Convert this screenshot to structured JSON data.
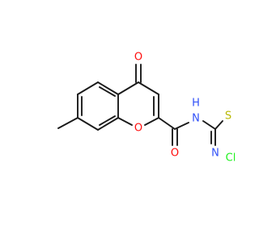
{
  "molecule": {
    "atoms": {
      "o_ketone": {
        "text": "O",
        "color": "#ff0d0d"
      },
      "o_ring": {
        "text": "O",
        "color": "#ff0d0d"
      },
      "o_amide": {
        "text": "O",
        "color": "#ff0d0d"
      },
      "nh": {
        "text": "N",
        "color": "#3050f8"
      },
      "nh_h": {
        "text": "H",
        "color": "#3050f8"
      },
      "n_thiazole": {
        "text": "N",
        "color": "#3050f8"
      },
      "s_thiazole": {
        "text": "S",
        "color": "#b8b800"
      },
      "cl": {
        "text": "Cl",
        "color": "#1ff01f"
      }
    },
    "bond_color": "#1a1a1a"
  }
}
